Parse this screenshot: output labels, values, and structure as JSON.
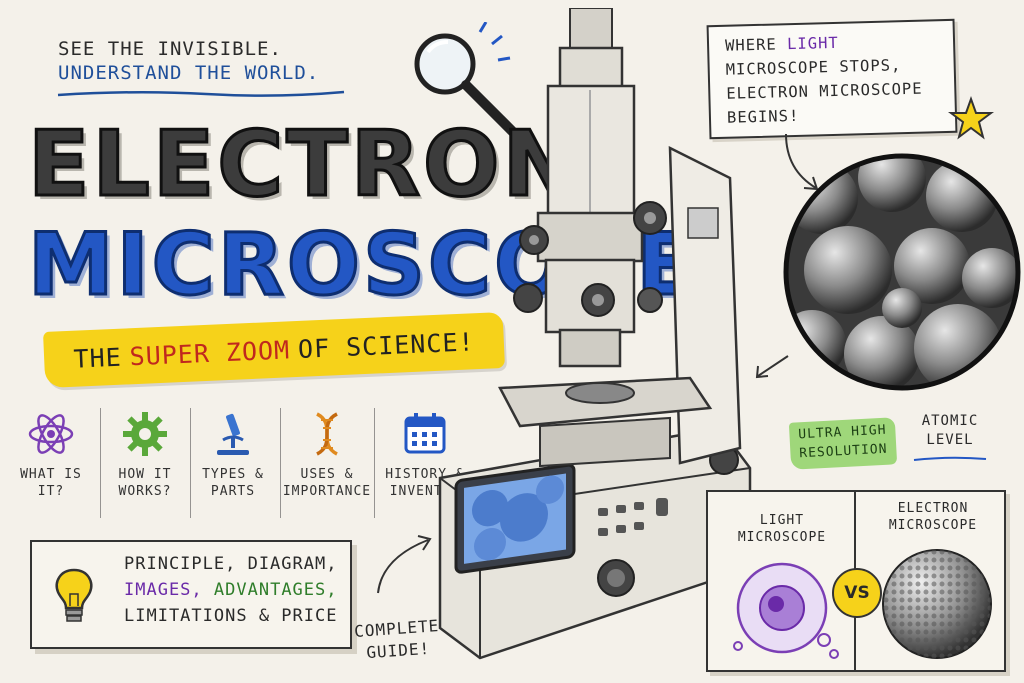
{
  "tagline": {
    "line1": "SEE THE INVISIBLE.",
    "line2": "UNDERSTAND THE WORLD."
  },
  "title": {
    "line1": "ELECTRON",
    "line2": "MICROSCOPE"
  },
  "banner": {
    "pre": "THE",
    "highlight": "SUPER ZOOM",
    "post": "OF SCIENCE!"
  },
  "features": [
    {
      "line1": "WHAT IS",
      "line2": "IT?",
      "icon": "atom-icon"
    },
    {
      "line1": "HOW IT",
      "line2": "WORKS?",
      "icon": "gear-icon"
    },
    {
      "line1": "TYPES &",
      "line2": "PARTS",
      "icon": "microscope-icon"
    },
    {
      "line1": "USES &",
      "line2": "IMPORTANCE",
      "icon": "dna-icon"
    },
    {
      "line1": "HISTORY &",
      "line2": "INVENTOR",
      "icon": "calendar-icon"
    }
  ],
  "guide": {
    "line1": "PRINCIPLE, DIAGRAM,",
    "images": "IMAGES,",
    "advantages": "ADVANTAGES,",
    "line3": "LIMITATIONS & PRICE",
    "icon": "lightbulb-icon"
  },
  "complete_guide": {
    "line1": "COMPLETE",
    "line2": "GUIDE!"
  },
  "callout": {
    "where": "WHERE",
    "light": "LIGHT",
    "line2": "MICROSCOPE STOPS,",
    "line3": "ELECTRON MICROSCOPE",
    "line4": "BEGINS!"
  },
  "badges": {
    "ultra_line1": "ULTRA HIGH",
    "ultra_line2": "RESOLUTION",
    "atomic_line1": "ATOMIC",
    "atomic_line2": "LEVEL"
  },
  "compare": {
    "light_line1": "LIGHT",
    "light_line2": "MICROSCOPE",
    "vs": "VS",
    "electron_line1": "ELECTRON",
    "electron_line2": "MICROSCOPE"
  },
  "colors": {
    "paper": "#f4f1ea",
    "blue": "#2357c4",
    "yellow": "#f6d21a",
    "red": "#c0281e",
    "purple": "#6a2aa8",
    "green": "#9fd77a"
  }
}
